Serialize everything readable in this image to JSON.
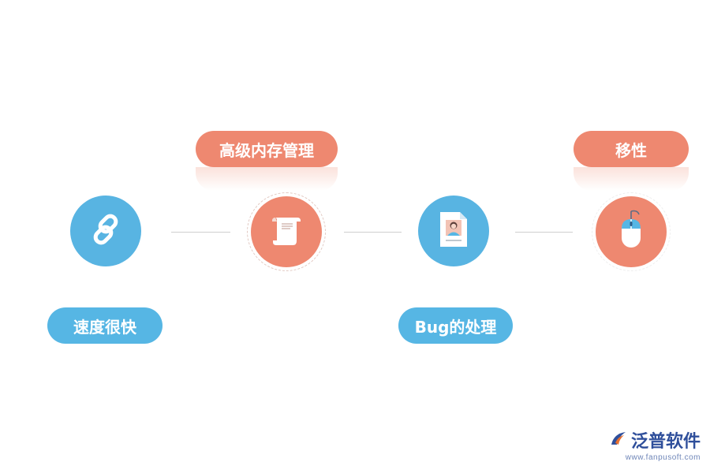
{
  "nodes": [
    {
      "label": "速度很快",
      "icon": "link-icon",
      "color": "#58b4e2"
    },
    {
      "label": "高级内存管理",
      "icon": "scroll-document-icon",
      "color": "#ee8870"
    },
    {
      "label": "Bug的处理",
      "icon": "profile-document-icon",
      "color": "#58b4e2"
    },
    {
      "label": "移性",
      "icon": "computer-mouse-icon",
      "color": "#ee8870"
    }
  ],
  "brand": {
    "name": "泛普软件",
    "url": "www.fanpusoft.com",
    "color": "#2f4f9b"
  }
}
